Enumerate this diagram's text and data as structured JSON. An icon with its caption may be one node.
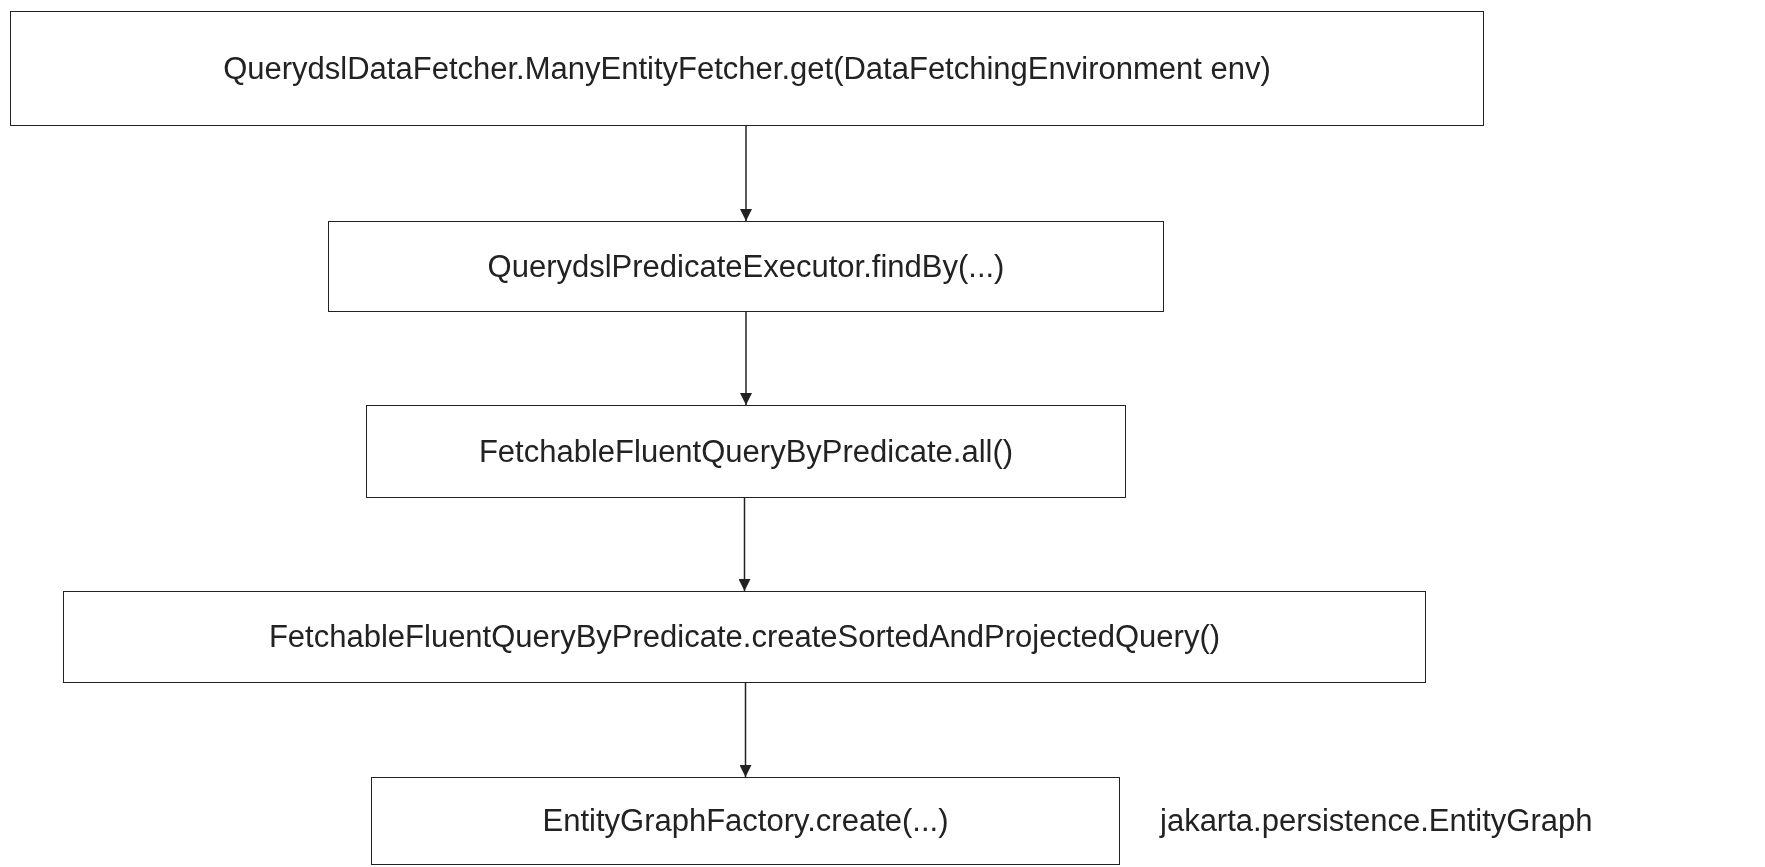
{
  "diagram": {
    "nodes": [
      {
        "text": [
          "QuerydslDataFetcher.ManyEntityFetcher.get(DataFetchingEnvironment env)"
        ]
      },
      {
        "text": [
          "QuerydslPredicateExecutor.findBy(...)"
        ]
      },
      {
        "text": [
          "FetchableFluentQueryByPredicate.all()"
        ]
      },
      {
        "text": [
          "FetchableFluentQueryByPredicate.createSortedAndProjectedQuery()"
        ]
      },
      {
        "text": [
          "EntityGraphFactory.create(...)"
        ],
        "beside": [
          "jakarta.persistence.EntityGraph"
        ]
      }
    ],
    "edges": [
      {
        "from": 0,
        "to": 1,
        "arrow": "to"
      },
      {
        "from": 1,
        "to": 2,
        "arrow": "to"
      },
      {
        "from": 2,
        "to": 3,
        "arrow": "to"
      },
      {
        "from": 3,
        "to": 4,
        "arrow": "to"
      }
    ]
  }
}
